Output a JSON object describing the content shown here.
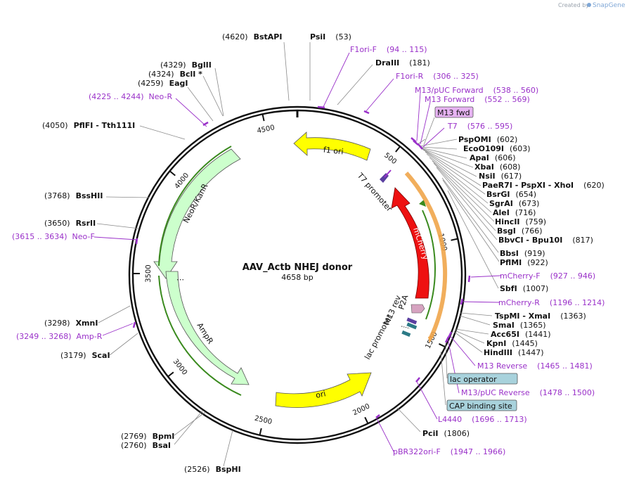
{
  "credit": {
    "text": "Created by",
    "brand": "SnapGene"
  },
  "plasmid": {
    "name": "AAV_Actb NHEJ donor",
    "size": "4658 bp"
  },
  "ticks": [
    "500",
    "1000",
    "1500",
    "2000",
    "2500",
    "3000",
    "3500",
    "4000",
    "4500"
  ],
  "features": {
    "f1_ori": "f1 ori",
    "neo": "NeoR/KanR",
    "ampr": "AmpR",
    "ori": "ori",
    "mcherry": "mCherry",
    "t7_promoter": "T7 promoter",
    "m13_rev": "M13 rev",
    "p2a": "P2A",
    "lac_promoter": "lac promoter"
  },
  "sites_right": [
    {
      "name": "PspOMI",
      "pos": "(602)"
    },
    {
      "name": "EcoO109I",
      "pos": "(603)"
    },
    {
      "name": "ApaI",
      "pos": "(606)"
    },
    {
      "name": "XbaI",
      "pos": "(608)"
    },
    {
      "name": "NsiI",
      "pos": "(617)"
    },
    {
      "name": "PaeR7I  - PspXI  - XhoI",
      "pos": "(620)"
    },
    {
      "name": "BsrGI",
      "pos": "(654)"
    },
    {
      "name": "SgrAI",
      "pos": "(673)"
    },
    {
      "name": "AleI",
      "pos": "(716)"
    },
    {
      "name": "HincII",
      "pos": "(759)"
    },
    {
      "name": "BsgI",
      "pos": "(766)"
    },
    {
      "name": "BbvCI  - Bpu10I",
      "pos": "(817)"
    },
    {
      "name": "BbsI",
      "pos": "(919)"
    },
    {
      "name": "PflMI",
      "pos": "(922)"
    },
    {
      "name": "SbfI",
      "pos": "(1007)"
    },
    {
      "name": "TspMI  - XmaI",
      "pos": "(1363)"
    },
    {
      "name": "SmaI",
      "pos": "(1365)"
    },
    {
      "name": "Acc65I",
      "pos": "(1441)"
    },
    {
      "name": "KpnI",
      "pos": "(1445)"
    },
    {
      "name": "HindIII",
      "pos": "(1447)"
    },
    {
      "name": "PciI",
      "pos": "(1806)"
    },
    {
      "name": "PsiI",
      "pos": "(53)"
    },
    {
      "name": "DraIII",
      "pos": "(181)"
    }
  ],
  "sites_left": [
    {
      "pos": "(4620)",
      "name": "BstAPI"
    },
    {
      "pos": "(4329)",
      "name": "BglII"
    },
    {
      "pos": "(4324)",
      "name": "BclI *"
    },
    {
      "pos": "(4259)",
      "name": "EagI"
    },
    {
      "pos": "(4050)",
      "name": "PflFI  - Tth111I"
    },
    {
      "pos": "(3768)",
      "name": "BssHII"
    },
    {
      "pos": "(3650)",
      "name": "RsrII"
    },
    {
      "pos": "(3298)",
      "name": "XmnI"
    },
    {
      "pos": "(3179)",
      "name": "ScaI"
    },
    {
      "pos": "(2769)",
      "name": "BpmI"
    },
    {
      "pos": "(2760)",
      "name": "BsaI"
    },
    {
      "pos": "(2526)",
      "name": "BspHI"
    }
  ],
  "primers": [
    "F1ori-F    (94 .. 115)",
    "F1ori-R    (306 .. 325)",
    "M13/pUC Forward    (538 .. 560)",
    "M13 Forward    (552 .. 569)",
    "T7    (576 .. 595)",
    "mCherry-F    (927 .. 946)",
    "mCherry-R    (1196 .. 1214)",
    "M13 Reverse    (1465 .. 1481)",
    "M13/pUC Reverse    (1478 .. 1500)",
    "L4440    (1696 .. 1713)",
    "pBR322ori-F    (1947 .. 1966)",
    "(4225 .. 4244)  Neo-R",
    "(3615 .. 3634)  Neo-F",
    "(3249 .. 3268)  Amp-R"
  ],
  "boxes": {
    "m13_fwd": "M13 fwd",
    "lac_operator": "lac operator",
    "cap_site": "CAP binding site"
  },
  "colors": {
    "primer": "#9a31c9",
    "mcherry": "#ee1111",
    "feature_yellow": "#ffff00",
    "feature_green": "#ccffcc",
    "box_purple": "#e6b3f2",
    "box_blue": "#a8d2dc"
  }
}
